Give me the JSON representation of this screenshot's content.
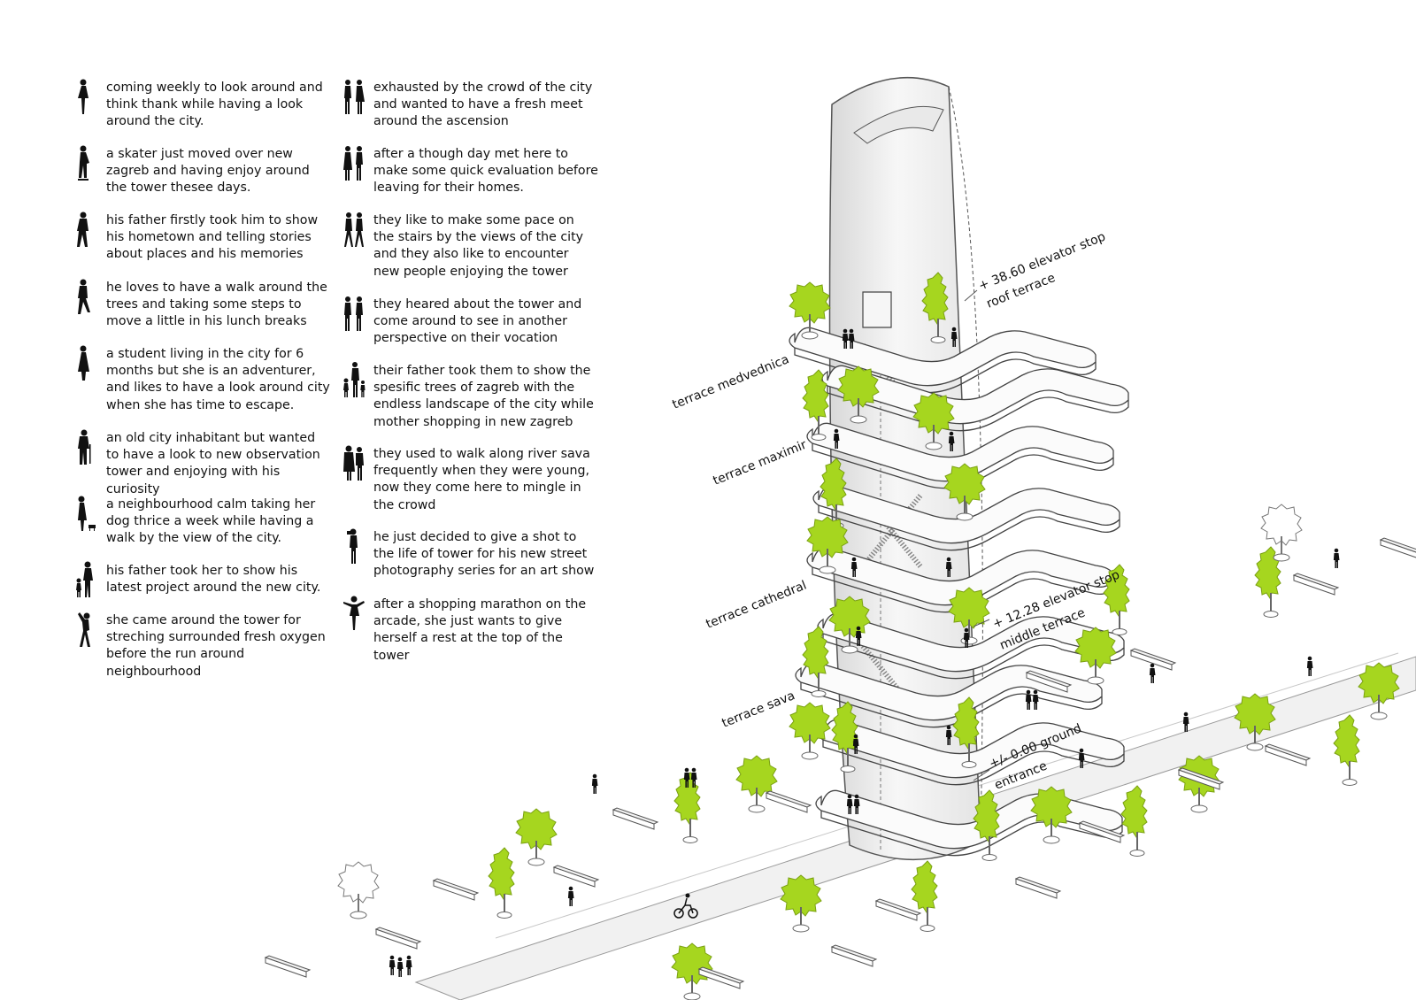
{
  "left_column": [
    {
      "figure": "woman-standing",
      "text": "coming weekly to look around and think thank while having a look around the city."
    },
    {
      "figure": "skater",
      "text": "a skater just moved over new zagreb and having enjoy around the tower thesee days."
    },
    {
      "figure": "man-walking",
      "text": "his father firstly took him to show his hometown and telling stories about places and his memories"
    },
    {
      "figure": "man-stepping",
      "text": "he loves to have a walk around the trees and taking some steps to move a little in his lunch breaks"
    },
    {
      "figure": "woman-student",
      "text": "a student living in the city for 6 months but she is an adventurer, and likes to have a look around city when she has time to escape."
    },
    {
      "figure": "old-man",
      "text": "an old city inhabitant but wanted to have a look to new observation tower and enjoying with his curiosity"
    },
    {
      "figure": "woman-with-dog",
      "text": "a neighbourhood calm taking her dog thrice a week while having a walk by the view of the city."
    },
    {
      "figure": "father-and-child",
      "text": "his father took her to show his latest project around the new city."
    },
    {
      "figure": "woman-stretching",
      "text": "she came around the tower for streching surrounded fresh oxygen before the run around neighbourhood"
    }
  ],
  "right_column": [
    {
      "figure": "couple-meeting",
      "text": "exhausted by the crowd of the city and  wanted to have a fresh meet around the ascension"
    },
    {
      "figure": "couple-talking",
      "text": "after a though day met here to make some quick evaluation before leaving for their homes."
    },
    {
      "figure": "couple-walking",
      "text": "they like to make some pace on the stairs by the views of the city and they also like to encounter new people enjoying the tower"
    },
    {
      "figure": "couple-standing",
      "text": "they heared about the tower and come around to see in another perspective on their vocation"
    },
    {
      "figure": "father-and-kids",
      "text": "their father took them to show the spesific trees of zagreb with the endless landscape of the city while mother shopping in new zagreb"
    },
    {
      "figure": "elderly-couple",
      "text": "they used to walk along river sava frequently when they were young, now they come here to mingle in the crowd"
    },
    {
      "figure": "photographer",
      "text": "he just decided to give a shot to the life of tower for his new street photography series for an art show"
    },
    {
      "figure": "woman-dancing",
      "text": "after a shopping marathon on the arcade, she just wants to give herself a rest at the top of the tower"
    }
  ],
  "labels": {
    "terrace_medvednica": "terrace medvednica",
    "terrace_maximir": "terrace maximir",
    "terrace_cathedral": "terrace cathedral",
    "terrace_sava": "terrace sava",
    "roof_line1": "+ 38.60 elevator stop",
    "roof_line2": "roof terrace",
    "middle_line1": "+ 12.28 elevator stop",
    "middle_line2": "middle terrace",
    "ground_line1": "+/- 0.00 ground",
    "ground_line2": "entrance"
  },
  "colors": {
    "tree_green": "#a6d61f",
    "tree_outline": "#7aa012",
    "tower_white": "#f4f4f4",
    "tower_outline": "#555555",
    "silhouette": "#111111",
    "ground": "#eeeeee"
  }
}
